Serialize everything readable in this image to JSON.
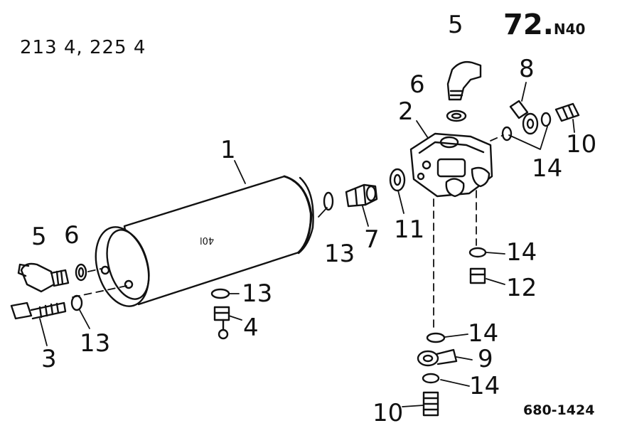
{
  "header": {
    "models": "213 4, 225 4",
    "page_number": "72.",
    "page_suffix": "N40"
  },
  "figure_number": "680-1424",
  "tank_marking": "40l",
  "callouts": {
    "c1": "1",
    "c2": "2",
    "c3": "3",
    "c4": "4",
    "c5_top": "5",
    "c5_left": "5",
    "c6_top": "6",
    "c6_left": "6",
    "c7": "7",
    "c8": "8",
    "c9": "9",
    "c10_top": "10",
    "c10_bottom": "10",
    "c11": "11",
    "c12": "12",
    "c13_mid": "13",
    "c13_drain": "13",
    "c13_left": "13",
    "c14_top": "14",
    "c14_mid": "14",
    "c14_lower": "14",
    "c14_bottom": "14"
  }
}
